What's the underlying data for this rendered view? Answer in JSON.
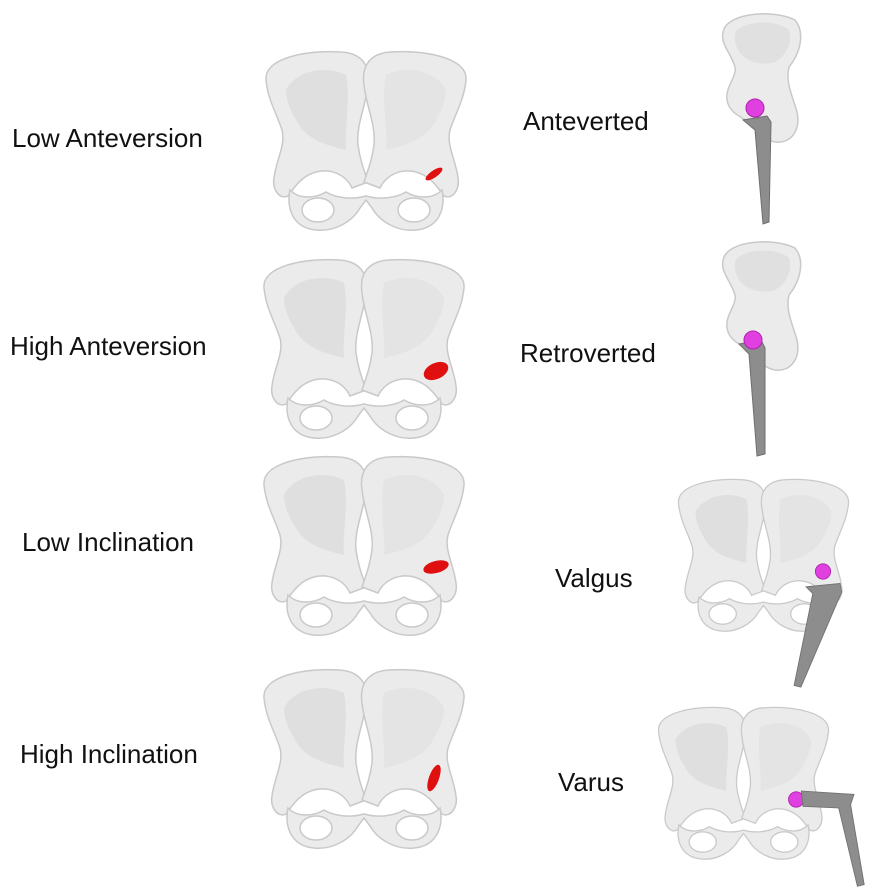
{
  "labels": {
    "low_anteversion": "Low Anteversion",
    "high_anteversion": "High Anteversion",
    "low_inclination": "Low Inclination",
    "high_inclination": "High Inclination",
    "anteverted": "Anteverted",
    "retroverted": "Retroverted",
    "valgus": "Valgus",
    "varus": "Varus"
  },
  "colors": {
    "bone": "#ebebeb",
    "acetabular_cup": "#e01010",
    "femoral_head": "#e040e0",
    "femoral_stem": "#8d8d8d"
  }
}
